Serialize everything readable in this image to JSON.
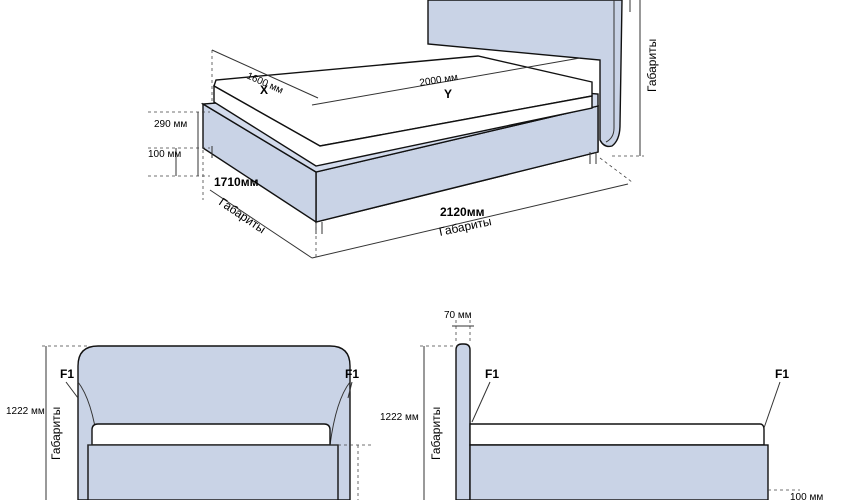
{
  "iso_view": {
    "width_label": "1600 мм",
    "width_axis": "X",
    "length_label": "2000 мм",
    "length_axis": "Y",
    "base_height": "290 мм",
    "leg_height": "100 мм",
    "overall_width": "1710мм",
    "overall_length": "2120мм",
    "overall_label": "Габариты"
  },
  "front_view": {
    "height_label": "1222 мм",
    "overall_label": "Габариты",
    "marker_left": "F1",
    "marker_right": "F1"
  },
  "side_view": {
    "headboard_thickness": "70 мм",
    "height_label": "1222 мм",
    "overall_label": "Габариты",
    "marker_left": "F1",
    "marker_right": "F1",
    "leg_label": "100 мм"
  },
  "colors": {
    "fabric": "#c9d3e6",
    "outline": "#111111"
  }
}
